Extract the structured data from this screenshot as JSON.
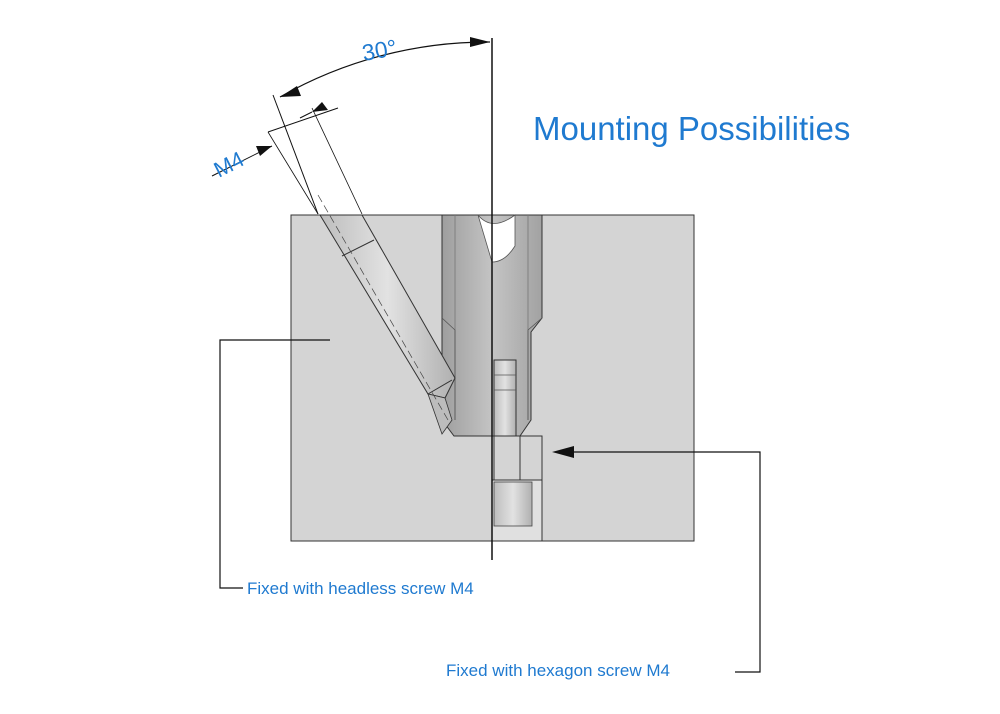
{
  "title": "Mounting Possibilities",
  "angle_label": "30°",
  "thread_label": "M4",
  "callouts": {
    "headless": "Fixed with headless screw M4",
    "hexagon": "Fixed with hexagon screw M4"
  },
  "colors": {
    "accent": "#1f7ad0",
    "block": "#d4d4d4",
    "slot": "#a8a8a8",
    "line": "#222222"
  }
}
